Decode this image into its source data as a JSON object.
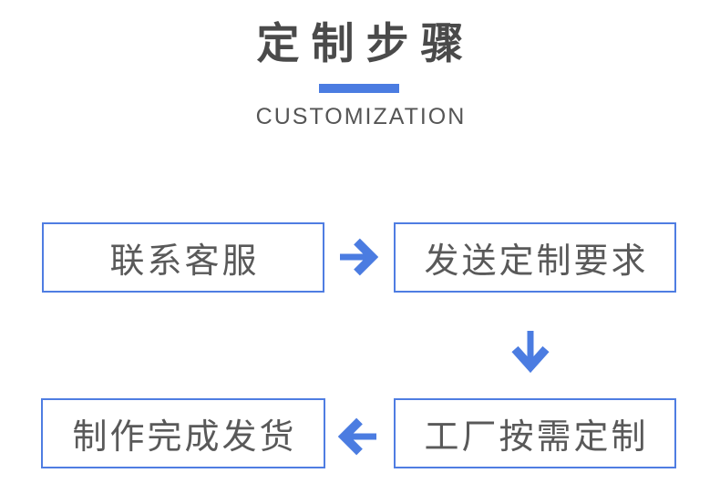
{
  "header": {
    "title": "定制步骤",
    "subtitle": "CUSTOMIZATION"
  },
  "steps": [
    {
      "label": "联系客服"
    },
    {
      "label": "发送定制要求"
    },
    {
      "label": "工厂按需定制"
    },
    {
      "label": "制作完成发货"
    }
  ],
  "arrows": [
    {
      "icon": "arrow-right-icon",
      "direction": "right"
    },
    {
      "icon": "arrow-down-icon",
      "direction": "down"
    },
    {
      "icon": "arrow-left-icon",
      "direction": "left"
    }
  ],
  "colors": {
    "accent_blue": "#4b7ce1",
    "box_border": "#4f7de2",
    "title_text": "#4a4a4a",
    "box_text": "#595959",
    "subtitle_text": "#555555",
    "background": "#ffffff"
  }
}
